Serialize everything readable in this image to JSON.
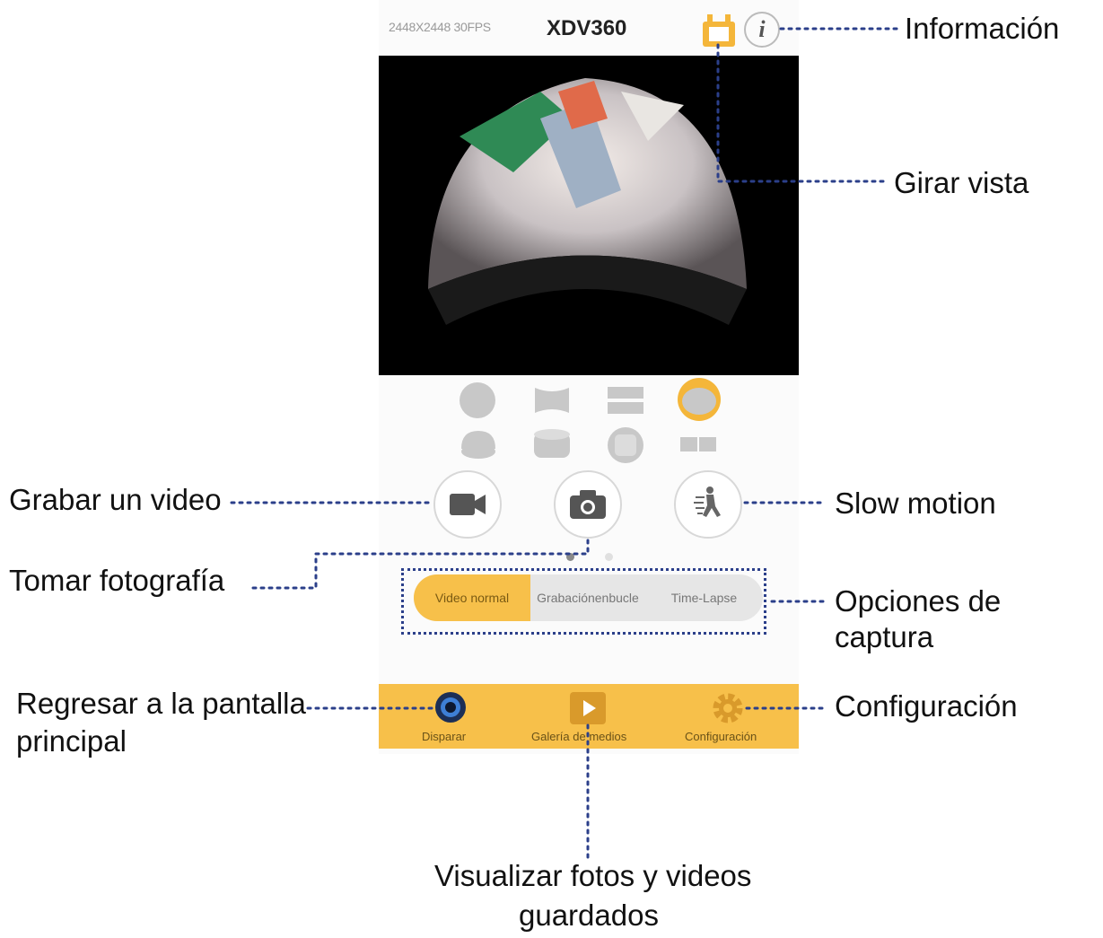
{
  "header": {
    "resolution": "2448X2448 30FPS",
    "title": "XDV360"
  },
  "icons": {
    "rotate": "rotate-view-icon",
    "info": "info-icon",
    "video": "video-camera-icon",
    "photo": "camera-icon",
    "slowmo": "slow-motion-icon",
    "shoot": "shoot-lens-icon",
    "gallery": "play-gallery-icon",
    "settings": "gear-icon"
  },
  "info_glyph": "i",
  "capture_modes": [
    "Video normal",
    "Grabaciónenbucle",
    "Time-Lapse"
  ],
  "tabs": [
    "Disparar",
    "Galería de medios",
    "Configuración"
  ],
  "callouts": {
    "info": "Información",
    "rotate": "Girar vista",
    "video": "Grabar un video",
    "slowmo": "Slow motion",
    "photo": "Tomar fotografía",
    "capture": "Opciones de captura",
    "home_line1": "Regresar a la pantalla",
    "home_line2": "principal",
    "settings": "Configuración",
    "gallery_line1": "Visualizar fotos y videos",
    "gallery_line2": "guardados"
  },
  "colors": {
    "accent": "#f7c04a",
    "annotation": "#2b3f8a"
  }
}
